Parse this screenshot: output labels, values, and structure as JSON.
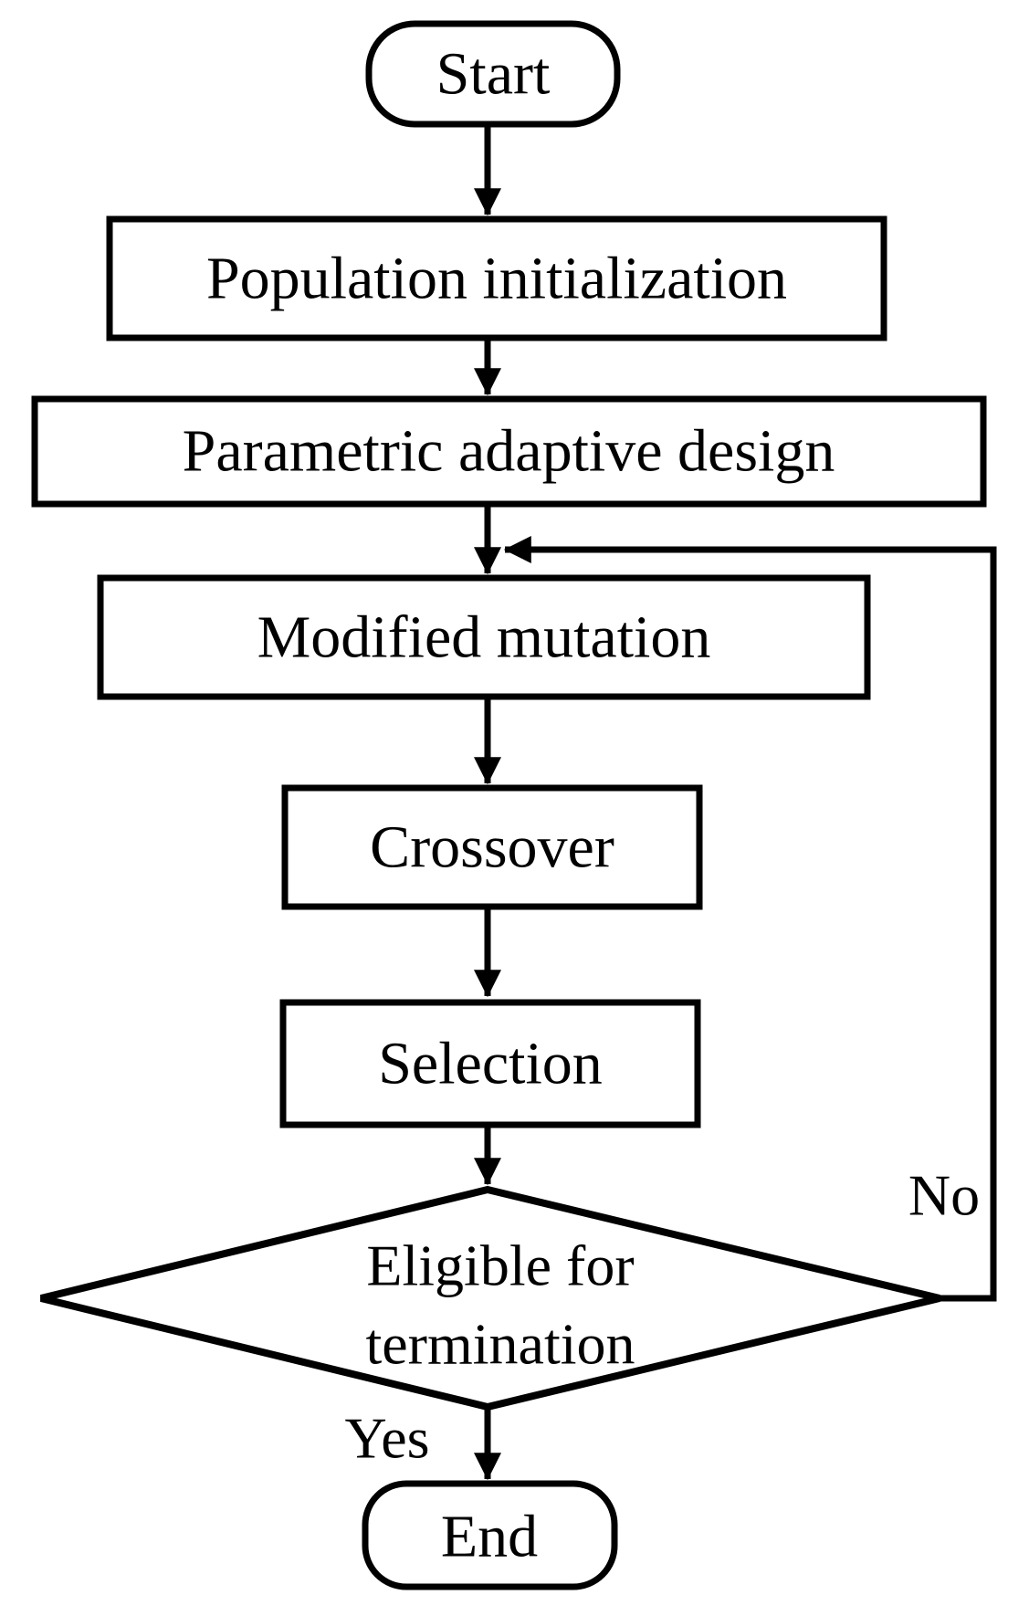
{
  "flowchart": {
    "colors": {
      "stroke": "#000000",
      "background": "#ffffff",
      "text": "#000000"
    },
    "nodes": [
      {
        "id": "start",
        "type": "terminator",
        "label": "Start"
      },
      {
        "id": "population_initialization",
        "type": "process",
        "label": "Population initialization"
      },
      {
        "id": "parametric_adaptive_design",
        "type": "process",
        "label": "Parametric adaptive design"
      },
      {
        "id": "modified_mutation",
        "type": "process",
        "label": "Modified mutation"
      },
      {
        "id": "crossover",
        "type": "process",
        "label": "Crossover"
      },
      {
        "id": "selection",
        "type": "process",
        "label": "Selection"
      },
      {
        "id": "termination_decision",
        "type": "decision",
        "label": "Eligible for termination",
        "label_lines": [
          "Eligible for",
          "termination"
        ]
      },
      {
        "id": "end",
        "type": "terminator",
        "label": "End"
      }
    ],
    "edge_labels": {
      "yes": "Yes",
      "no": "No"
    }
  }
}
